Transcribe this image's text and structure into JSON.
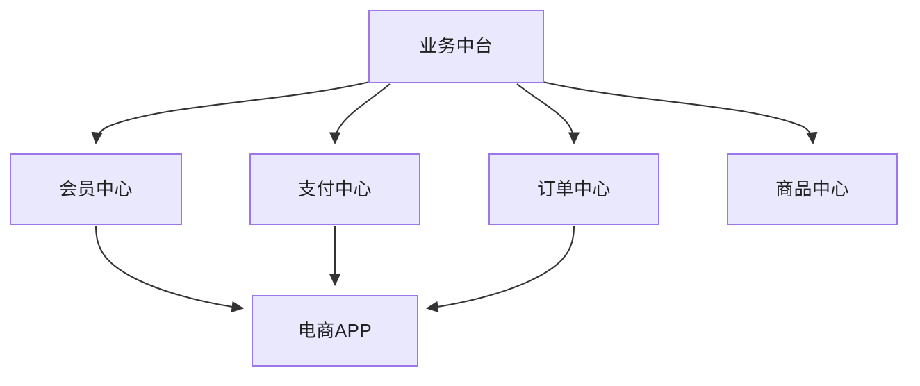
{
  "diagram": {
    "type": "flowchart",
    "direction": "top-down",
    "background_color": "#ffffff",
    "node_fill_color": "#eae8fc",
    "node_border_color": "#9d76e8",
    "node_text_color": "#1f2020",
    "edge_color": "#333333",
    "nodes": [
      {
        "id": "platform",
        "label": "业务中台"
      },
      {
        "id": "member",
        "label": "会员中心"
      },
      {
        "id": "payment",
        "label": "支付中心"
      },
      {
        "id": "order",
        "label": "订单中心"
      },
      {
        "id": "product",
        "label": "商品中心"
      },
      {
        "id": "app",
        "label": "电商APP"
      }
    ],
    "edges": [
      {
        "from": "业务中台",
        "to": "会员中心",
        "style": "curved",
        "arrow": "end"
      },
      {
        "from": "业务中台",
        "to": "支付中心",
        "style": "curved",
        "arrow": "end"
      },
      {
        "from": "业务中台",
        "to": "订单中心",
        "style": "curved",
        "arrow": "end"
      },
      {
        "from": "业务中台",
        "to": "商品中心",
        "style": "curved",
        "arrow": "end"
      },
      {
        "from": "会员中心",
        "to": "电商APP",
        "style": "curved",
        "arrow": "end"
      },
      {
        "from": "支付中心",
        "to": "电商APP",
        "style": "straight",
        "arrow": "end"
      },
      {
        "from": "订单中心",
        "to": "电商APP",
        "style": "curved",
        "arrow": "end"
      }
    ]
  }
}
